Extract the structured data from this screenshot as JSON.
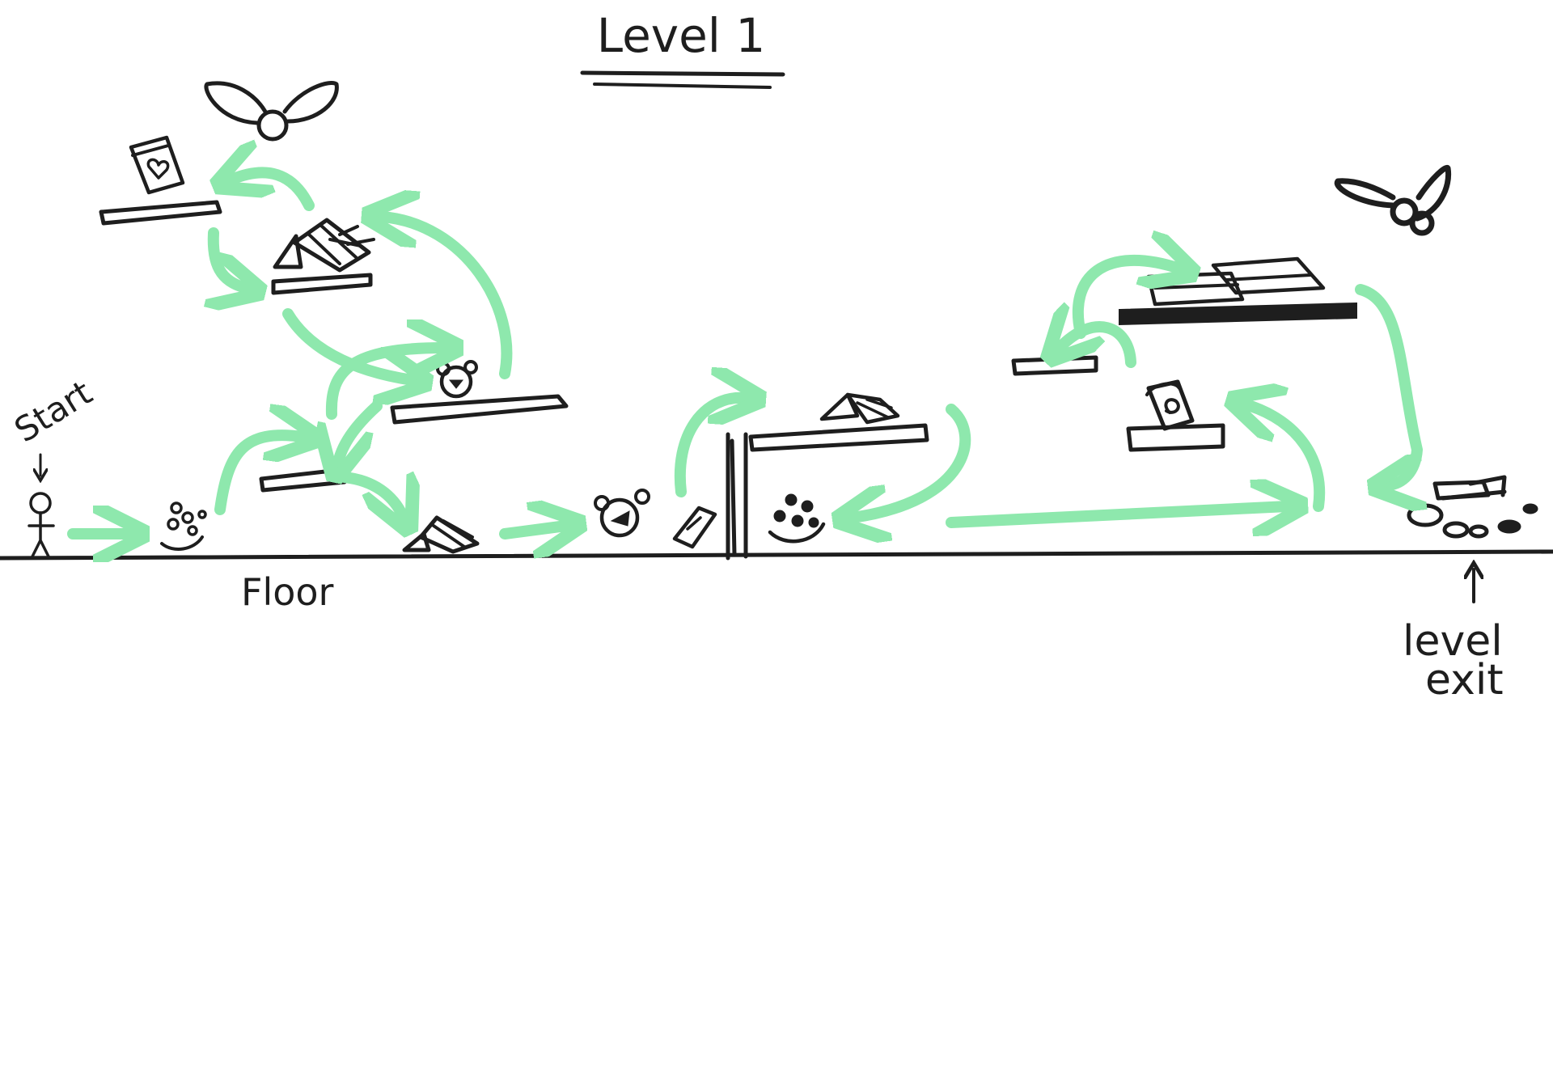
{
  "title": "Level 1",
  "labels": {
    "start": "Start",
    "floor": "Floor",
    "exit_line1": "level",
    "exit_line2": "exit"
  },
  "colors": {
    "ink": "#1e1e1e",
    "path": "#8ee8ad",
    "background": "#ffffff"
  },
  "icons": [
    "stick-figure-player-icon",
    "bow-icon",
    "heart-jar-icon",
    "bear-head-icon",
    "tent-icon",
    "spiral-jar-icon",
    "banknote-icon",
    "coin-pile-icon",
    "book-stack-icon"
  ]
}
